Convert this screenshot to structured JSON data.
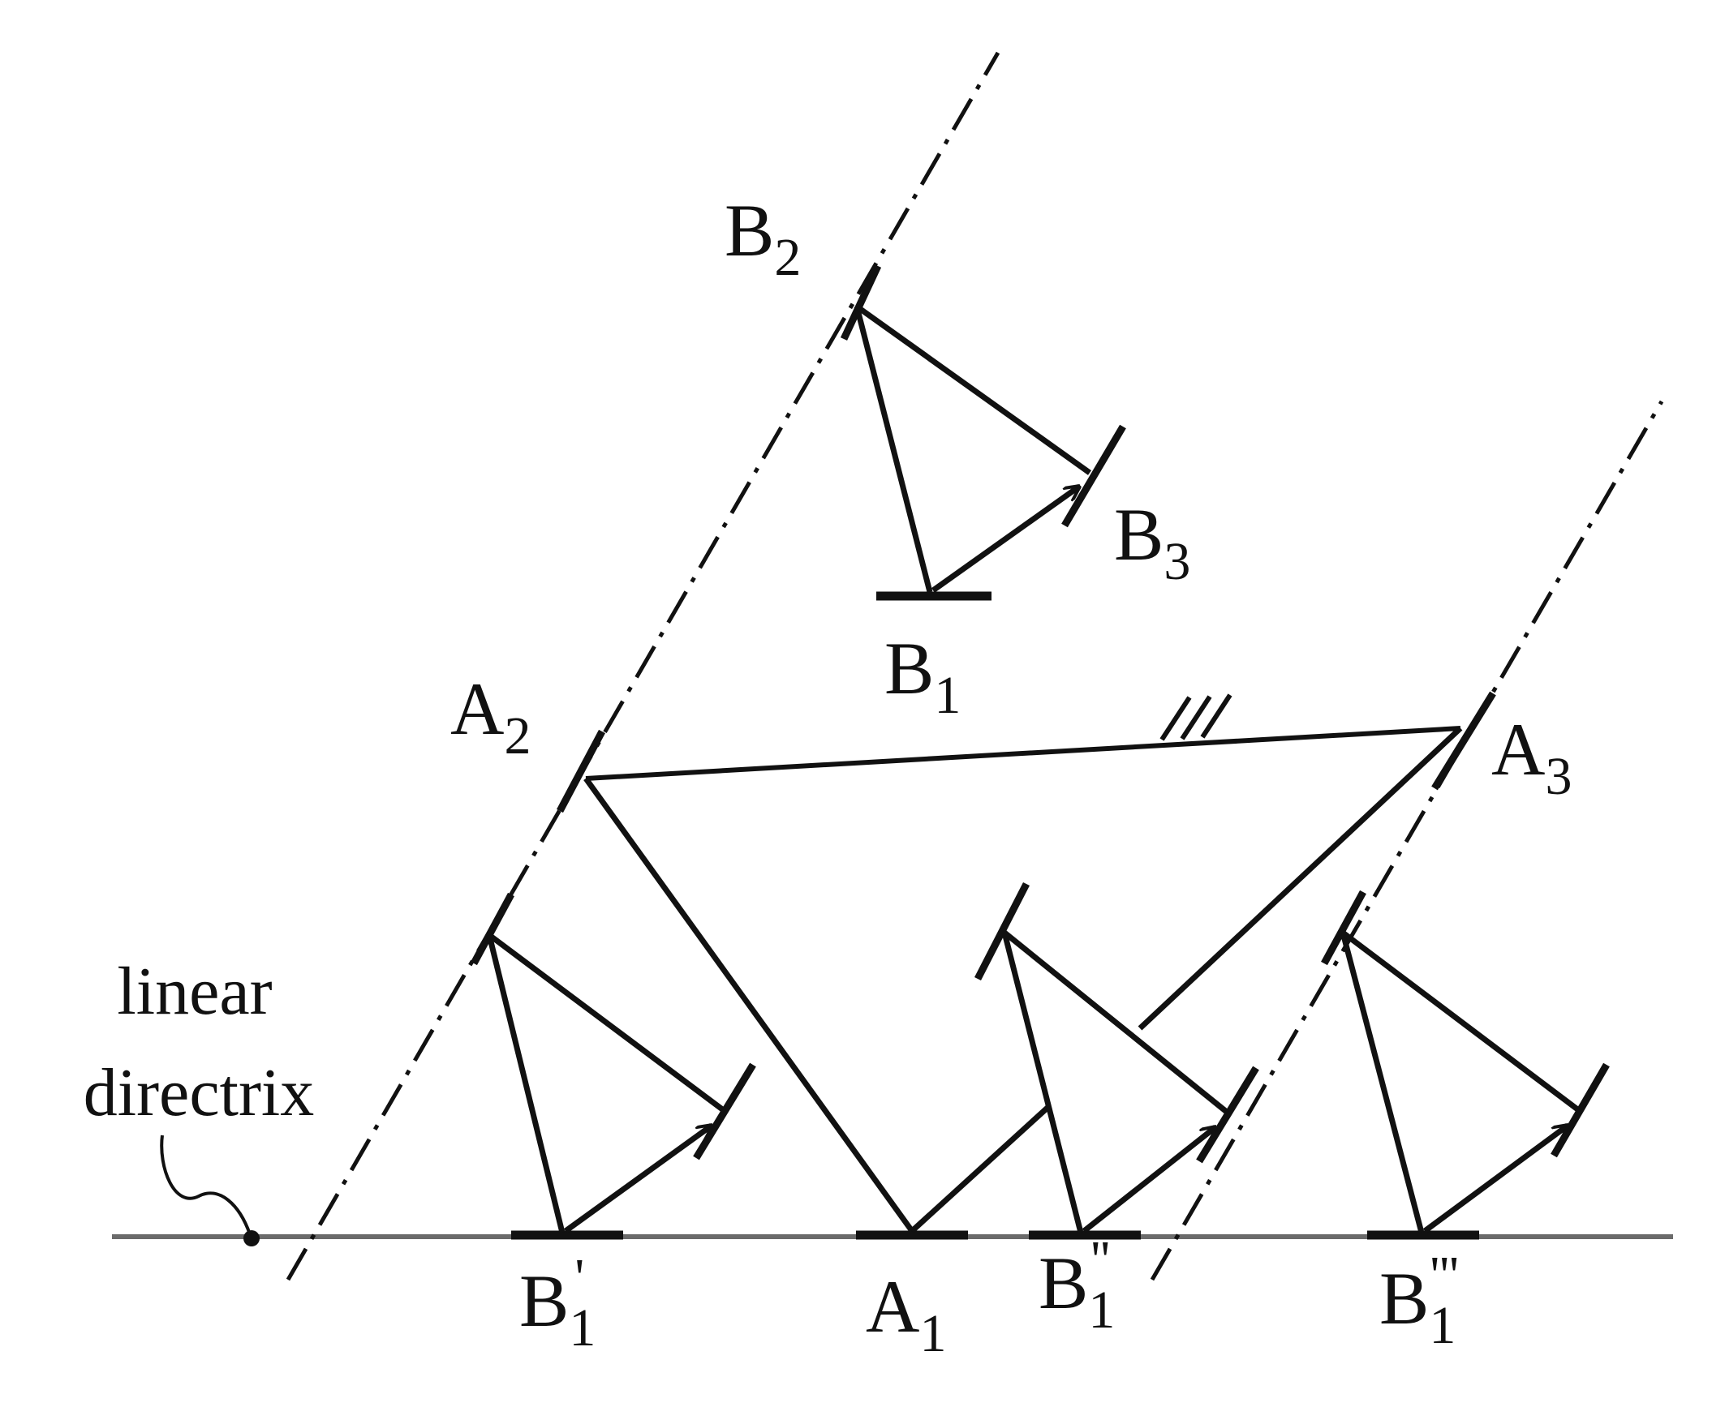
{
  "annotation": {
    "line1": "linear",
    "line2": "directrix"
  },
  "labels": {
    "B2": {
      "base": "B",
      "sub": "2"
    },
    "B3": {
      "base": "B",
      "sub": "3"
    },
    "B1": {
      "base": "B",
      "sub": "1"
    },
    "A2": {
      "base": "A",
      "sub": "2"
    },
    "A3": {
      "base": "A",
      "sub": "3"
    },
    "B1p": {
      "base": "B",
      "sub": "1",
      "prime": "'"
    },
    "A1": {
      "base": "A",
      "sub": "1"
    },
    "B1pp": {
      "base": "B",
      "sub": "1",
      "prime": "''"
    },
    "B1ppp": {
      "base": "B",
      "sub": "1",
      "prime": "'''"
    }
  },
  "colors": {
    "ink": "#111111",
    "ground": "#6b6b6b"
  }
}
